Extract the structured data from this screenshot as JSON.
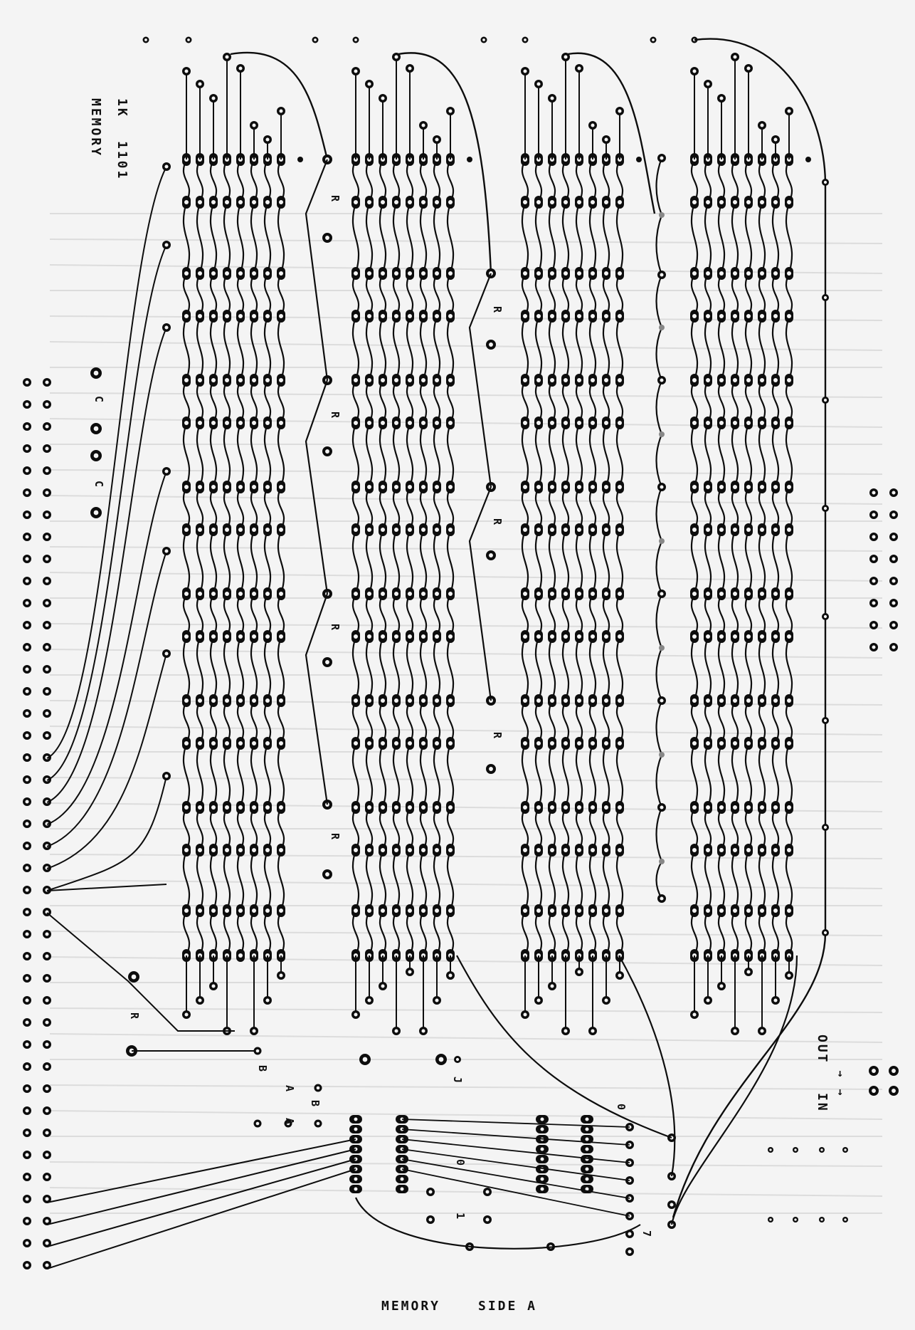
{
  "labels": {
    "title_1k": "1K",
    "title_1101": "1101",
    "title_memory": "MEMORY",
    "bottom_caption_memory": "MEMORY",
    "bottom_caption_side": "SIDE A",
    "out": "OUT",
    "in": "IN",
    "r": "R",
    "c": "C",
    "b": "B",
    "a": "A",
    "j": "J",
    "zero": "0",
    "one": "1",
    "seven": "7"
  }
}
